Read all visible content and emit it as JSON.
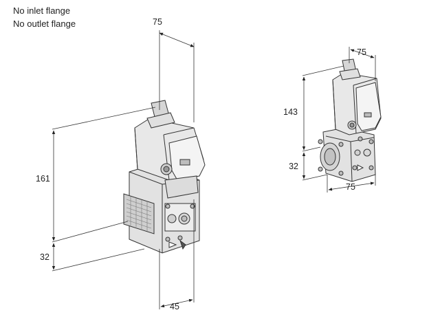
{
  "notes": {
    "line1": "No inlet flange",
    "line2": "No outlet flange"
  },
  "left_view": {
    "dim_top_width": "75",
    "dim_height": "161",
    "dim_flange_height": "32",
    "dim_bottom_width": "45"
  },
  "right_view": {
    "dim_top_width": "75",
    "dim_height": "143",
    "dim_flange_height": "32",
    "dim_bottom_width": "75"
  },
  "colors": {
    "line": "#333333",
    "body": "#e6e6e6",
    "body_dark": "#bdbdbd",
    "body_light": "#f4f4f4"
  }
}
